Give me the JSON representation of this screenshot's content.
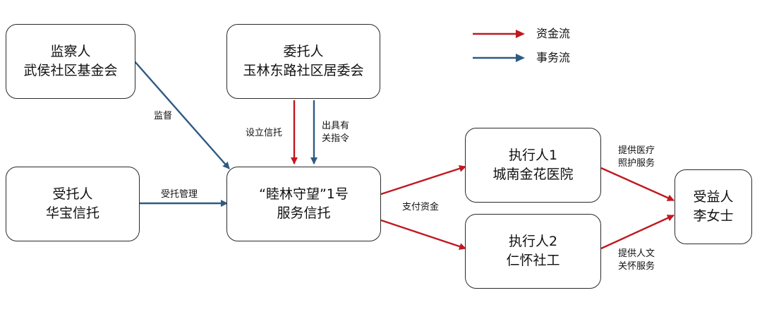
{
  "colors": {
    "fund_flow": "#c01820",
    "task_flow": "#2e5a84",
    "border": "#2a2a2a"
  },
  "legend": {
    "fund_flow_label": "资金流",
    "task_flow_label": "事务流"
  },
  "nodes": {
    "supervisor": {
      "role": "监察人",
      "name": "武侯社区基金会"
    },
    "settlor": {
      "role": "委托人",
      "name": "玉林东路社区居委会"
    },
    "trustee": {
      "role": "受托人",
      "name": "华宝信托"
    },
    "trust": {
      "line1": "“睦林守望”1号",
      "line2": "服务信托"
    },
    "executor1": {
      "role": "执行人1",
      "name": "城南金花医院"
    },
    "executor2": {
      "role": "执行人2",
      "name": "仁怀社工"
    },
    "beneficiary": {
      "role": "受益人",
      "name": "李女士"
    }
  },
  "edge_labels": {
    "supervise": "监督",
    "establish_trust": "设立信托",
    "instructions_1": "出具有",
    "instructions_2": "关指令",
    "trust_management": "受托管理",
    "pay_funds": "支付资金",
    "medical_1": "提供医疗",
    "medical_2": "照护服务",
    "humanistic_1": "提供人文",
    "humanistic_2": "关怀服务"
  }
}
